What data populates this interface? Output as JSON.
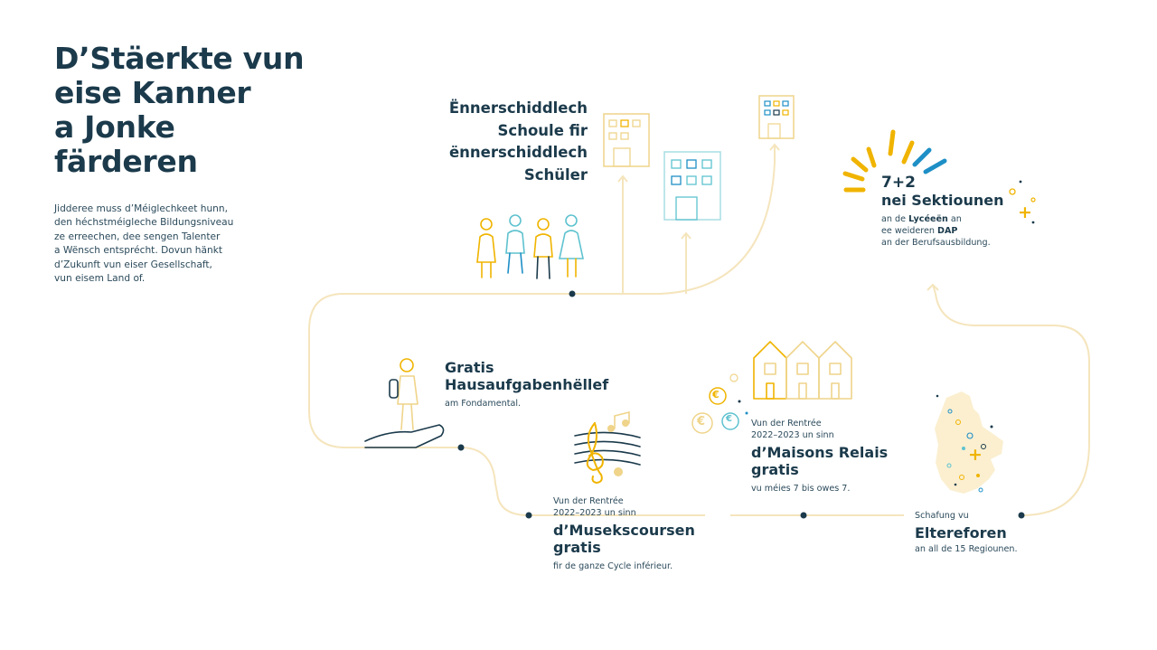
{
  "heading": {
    "lines": [
      "D’Stäerkte vun",
      "eise Kanner",
      "a Jonke",
      "färderen"
    ]
  },
  "intro": {
    "lines": [
      "Jidderee muss d’Méiglechkeet hunn,",
      "den héchstméigleche Bildungsniveau",
      "ze erreechen, dee sengen Talenter",
      "a Wënsch entsprécht. Dovun hänkt",
      "d’Zukunft vun eiser Gesellschaft,",
      "vun eisem Land of."
    ]
  },
  "school": {
    "lines": [
      "Ënnerschiddlech",
      "Schoule fir",
      "ënnerschiddlech",
      "Schüler"
    ]
  },
  "sections": {
    "number": "7+2",
    "title": "nei Sektiounen",
    "line1_prefix": "an de ",
    "line1_bold": "Lycéeën",
    "line1_suffix": " an",
    "line2_prefix": "ee weideren ",
    "line2_bold": "DAP",
    "line3": "an der Berufsausbildung."
  },
  "homework": {
    "title_lines": [
      "Gratis",
      "Hausaufgabenhëllef"
    ],
    "subtitle": "am Fondamental."
  },
  "music": {
    "intro_lines": [
      "Vun der Rentrée",
      "2022–2023 un sinn"
    ],
    "title_lines": [
      "d’Musekscoursen",
      "gratis"
    ],
    "subtitle": "fir de ganze Cycle inférieur."
  },
  "maisons": {
    "intro_lines": [
      "Vun der Rentrée",
      "2022–2023 un sinn"
    ],
    "title_lines": [
      "d’Maisons Relais",
      "gratis"
    ],
    "subtitle": "vu méies 7 bis owes 7."
  },
  "parents": {
    "intro": "Schafung vu",
    "title": "Eltereforen",
    "subtitle": "an all de 15 Regiounen."
  },
  "icons": {
    "euro_symbol": "€",
    "plus_symbol": "+"
  },
  "colors": {
    "navy": "#1b3a4b",
    "gold": "#f0b400",
    "light_gold": "#efd48a",
    "blue": "#1e8fc6",
    "teal": "#5ec2cf",
    "path": "#f5e5bd"
  }
}
